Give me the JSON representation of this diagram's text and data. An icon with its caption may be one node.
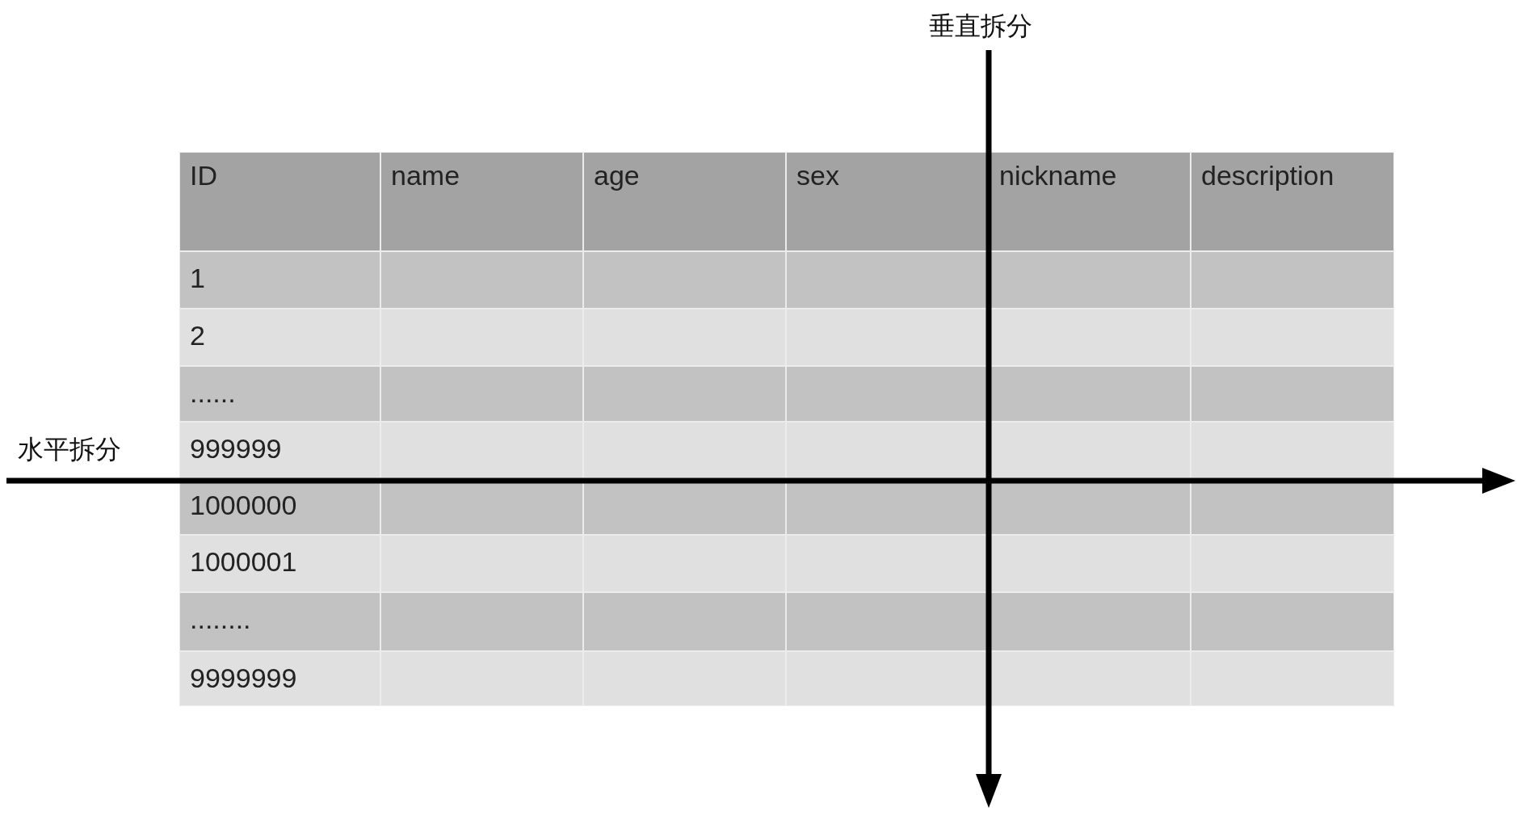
{
  "diagram": {
    "labels": [
      "垂直拆分",
      "水平拆分",
      "ID",
      "name",
      "age",
      "sex",
      "nickname",
      "description",
      "1",
      "2",
      "......",
      "999999",
      "1000000",
      "1000001",
      "........",
      "9999999"
    ]
  }
}
